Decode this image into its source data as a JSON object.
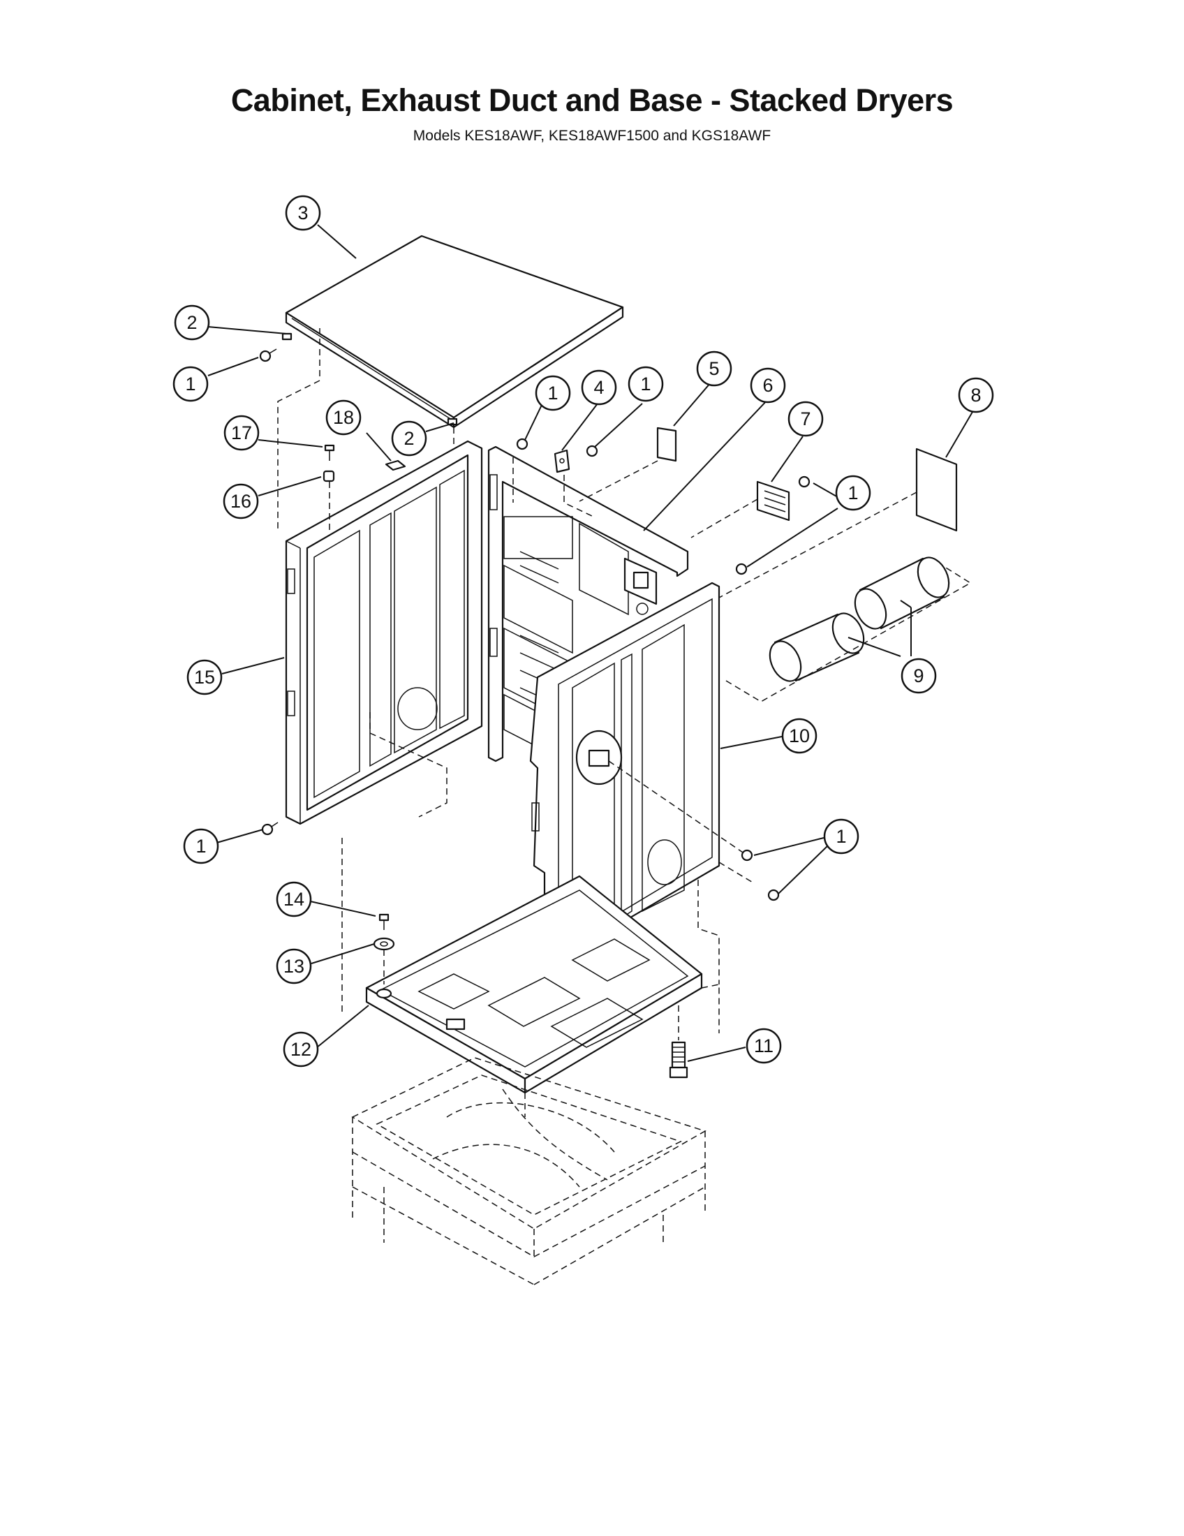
{
  "header": {
    "title": "Cabinet, Exhaust Duct and Base - Stacked Dryers",
    "subtitle": "Models KES18AWF, KES18AWF1500 and KGS18AWF"
  },
  "callouts": [
    {
      "id": "c3",
      "label": "3"
    },
    {
      "id": "c2a",
      "label": "2"
    },
    {
      "id": "c1a",
      "label": "1"
    },
    {
      "id": "c1b",
      "label": "1"
    },
    {
      "id": "c4",
      "label": "4"
    },
    {
      "id": "c1c",
      "label": "1"
    },
    {
      "id": "c5",
      "label": "5"
    },
    {
      "id": "c6",
      "label": "6"
    },
    {
      "id": "c7",
      "label": "7"
    },
    {
      "id": "c8",
      "label": "8"
    },
    {
      "id": "c17",
      "label": "17"
    },
    {
      "id": "c18",
      "label": "18"
    },
    {
      "id": "c2b",
      "label": "2"
    },
    {
      "id": "c16",
      "label": "16"
    },
    {
      "id": "c1d",
      "label": "1"
    },
    {
      "id": "c15",
      "label": "15"
    },
    {
      "id": "c9",
      "label": "9"
    },
    {
      "id": "c10",
      "label": "10"
    },
    {
      "id": "c1e",
      "label": "1"
    },
    {
      "id": "c1f",
      "label": "1"
    },
    {
      "id": "c14",
      "label": "14"
    },
    {
      "id": "c13",
      "label": "13"
    },
    {
      "id": "c11",
      "label": "11"
    },
    {
      "id": "c12",
      "label": "12"
    }
  ],
  "colors": {
    "ink": "#111111",
    "paper": "#ffffff"
  }
}
